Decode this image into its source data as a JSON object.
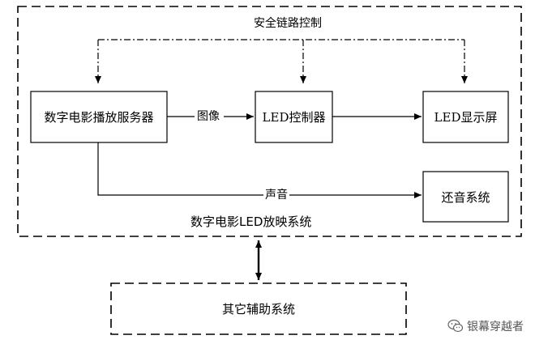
{
  "diagram": {
    "system_label": "数字电影LED放映系统",
    "safety_label": "安全链路控制",
    "nodes": {
      "server": "数字电影播放服务器",
      "led_controller": "LED控制器",
      "led_screen": "LED显示屏",
      "audio": "还音系统",
      "aux": "其它辅助系统"
    },
    "edges": {
      "image": "图像",
      "sound": "声音"
    }
  },
  "watermark": {
    "text": "银幕穿越者",
    "icon": "wechat-icon"
  }
}
